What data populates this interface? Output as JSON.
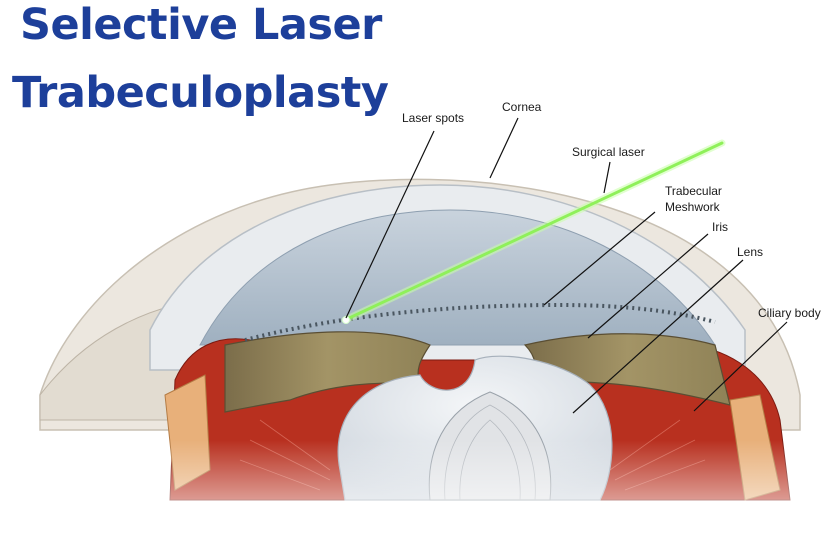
{
  "title": {
    "line1": "Selective Laser",
    "line2": "Trabeculoplasty"
  },
  "labels": {
    "laser_spots": "Laser spots",
    "cornea": "Cornea",
    "surgical_laser": "Surgical laser",
    "trabecular_line1": "Trabecular",
    "trabecular_line2": "Meshwork",
    "iris": "Iris",
    "lens": "Lens",
    "ciliary_body": "Ciliary body"
  },
  "colors": {
    "title": "#1d3f9a",
    "laser": "#9cf56a",
    "iris": "#8a7a55",
    "ciliary": "#b8301f",
    "sclera": "#ece7df",
    "anterior_chamber": "#b9c5d0"
  }
}
